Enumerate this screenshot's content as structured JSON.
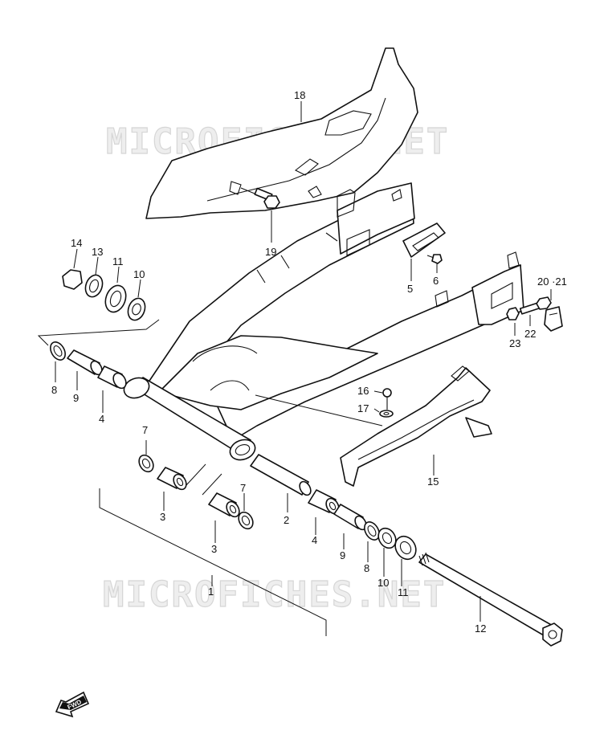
{
  "watermark": {
    "text": "MICROFICHES.NET",
    "color": "#d9d9d9"
  },
  "direction_badge": "FWD",
  "callouts": {
    "p1": "1",
    "p2": "2",
    "p3a": "3",
    "p3b": "3",
    "p4a": "4",
    "p4b": "4",
    "p5": "5",
    "p6": "6",
    "p7a": "7",
    "p7b": "7",
    "p8a": "8",
    "p8b": "8",
    "p9a": "9",
    "p9b": "9",
    "p10a": "10",
    "p10b": "10",
    "p11a": "11",
    "p11b": "11",
    "p12": "12",
    "p13": "13",
    "p14": "14",
    "p15": "15",
    "p16": "16",
    "p17": "17",
    "p18": "18",
    "p19": "19",
    "p20_21": "20 ·21",
    "p22": "22",
    "p23": "23"
  }
}
